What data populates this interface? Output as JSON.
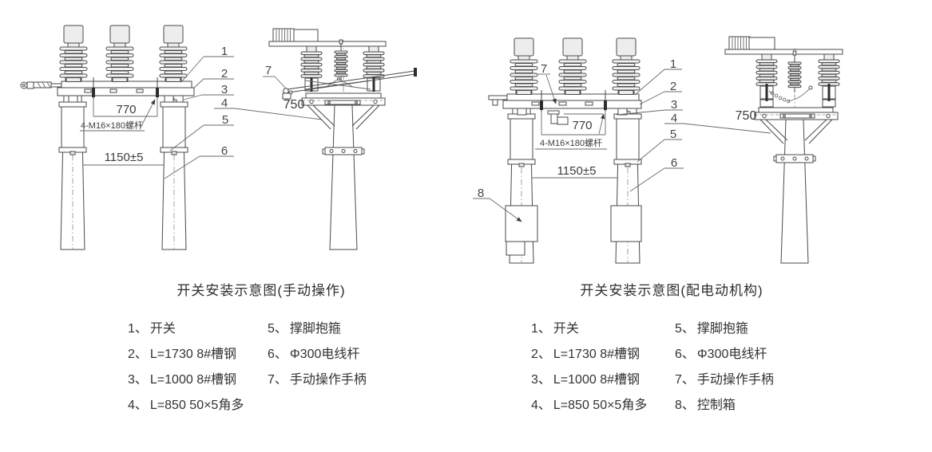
{
  "colors": {
    "line": "#4a4a4a",
    "text": "#333333",
    "background": "#ffffff"
  },
  "left_diagram": {
    "title": "开关安装示意图(手动操作)",
    "callouts": [
      "1",
      "2",
      "3",
      "4",
      "5",
      "6",
      "7"
    ],
    "dims": {
      "bolt_span": "770",
      "bolt_label": "4-M16×180螺杆",
      "pole_span": "1150±5",
      "side_width": "750"
    },
    "legend": [
      {
        "num": "1、",
        "label": "开关"
      },
      {
        "num": "2、",
        "label": "L=1730 8#槽钢"
      },
      {
        "num": "3、",
        "label": "L=1000 8#槽钢"
      },
      {
        "num": "4、",
        "label": "L=850 50×5角多"
      },
      {
        "num": "5、",
        "label": "撑脚抱箍"
      },
      {
        "num": "6、",
        "label": "Φ300电线杆"
      },
      {
        "num": "7、",
        "label": "手动操作手柄"
      }
    ]
  },
  "right_diagram": {
    "title": "开关安装示意图(配电动机构)",
    "callouts": [
      "1",
      "2",
      "3",
      "4",
      "5",
      "6",
      "7",
      "8"
    ],
    "dims": {
      "bolt_span": "770",
      "bolt_label": "4-M16×180螺杆",
      "pole_span": "1150±5",
      "side_width": "750"
    },
    "legend": [
      {
        "num": "1、",
        "label": "开关"
      },
      {
        "num": "2、",
        "label": "L=1730 8#槽钢"
      },
      {
        "num": "3、",
        "label": "L=1000 8#槽钢"
      },
      {
        "num": "4、",
        "label": "L=850 50×5角多"
      },
      {
        "num": "5、",
        "label": "撑脚抱箍"
      },
      {
        "num": "6、",
        "label": "Φ300电线杆"
      },
      {
        "num": "7、",
        "label": "手动操作手柄"
      },
      {
        "num": "8、",
        "label": "控制箱"
      }
    ]
  }
}
